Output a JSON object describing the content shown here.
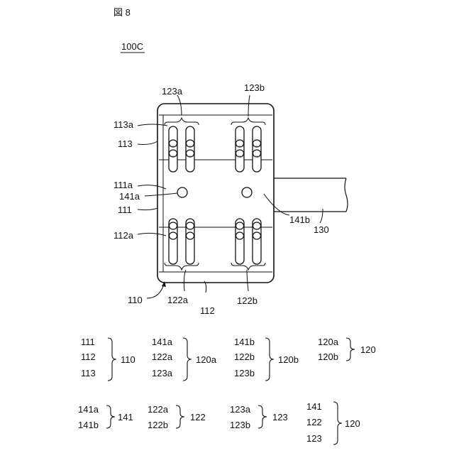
{
  "figure": {
    "title": "図 8",
    "device_ref": "100C"
  },
  "labels": {
    "l123a": "123a",
    "l123b": "123b",
    "l113a": "113a",
    "l113": "113",
    "l111a": "111a",
    "l141a": "141a",
    "l111": "111",
    "l112a": "112a",
    "l110": "110",
    "l122a": "122a",
    "l112": "112",
    "l122b": "122b",
    "l141b": "141b",
    "l130": "130"
  },
  "legend": [
    {
      "items": [
        "111",
        "112",
        "113"
      ],
      "result": "110"
    },
    {
      "items": [
        "141a",
        "122a",
        "123a"
      ],
      "result": "120a"
    },
    {
      "items": [
        "141b",
        "122b",
        "123b"
      ],
      "result": "120b"
    },
    {
      "items": [
        "120a",
        "120b"
      ],
      "result": "120"
    },
    {
      "items": [
        "141a",
        "141b"
      ],
      "result": "141"
    },
    {
      "items": [
        "122a",
        "122b"
      ],
      "result": "122"
    },
    {
      "items": [
        "123a",
        "123b"
      ],
      "result": "123"
    },
    {
      "items": [
        "141",
        "122",
        "123"
      ],
      "result": "120"
    }
  ]
}
